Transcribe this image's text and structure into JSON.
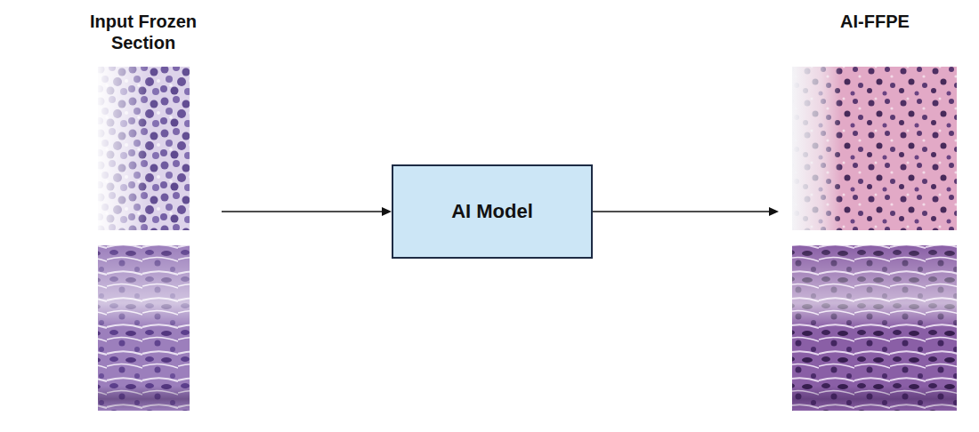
{
  "diagram": {
    "nodes": [
      {
        "text": [
          "Input Frozen Section"
        ]
      },
      {
        "text": [
          "AI Model"
        ]
      },
      {
        "text": [
          "AI-FFPE"
        ]
      }
    ],
    "edges": [
      {
        "from": 0,
        "to": 1,
        "arrow": "to"
      },
      {
        "from": 1,
        "to": 2,
        "arrow": "to"
      }
    ]
  }
}
